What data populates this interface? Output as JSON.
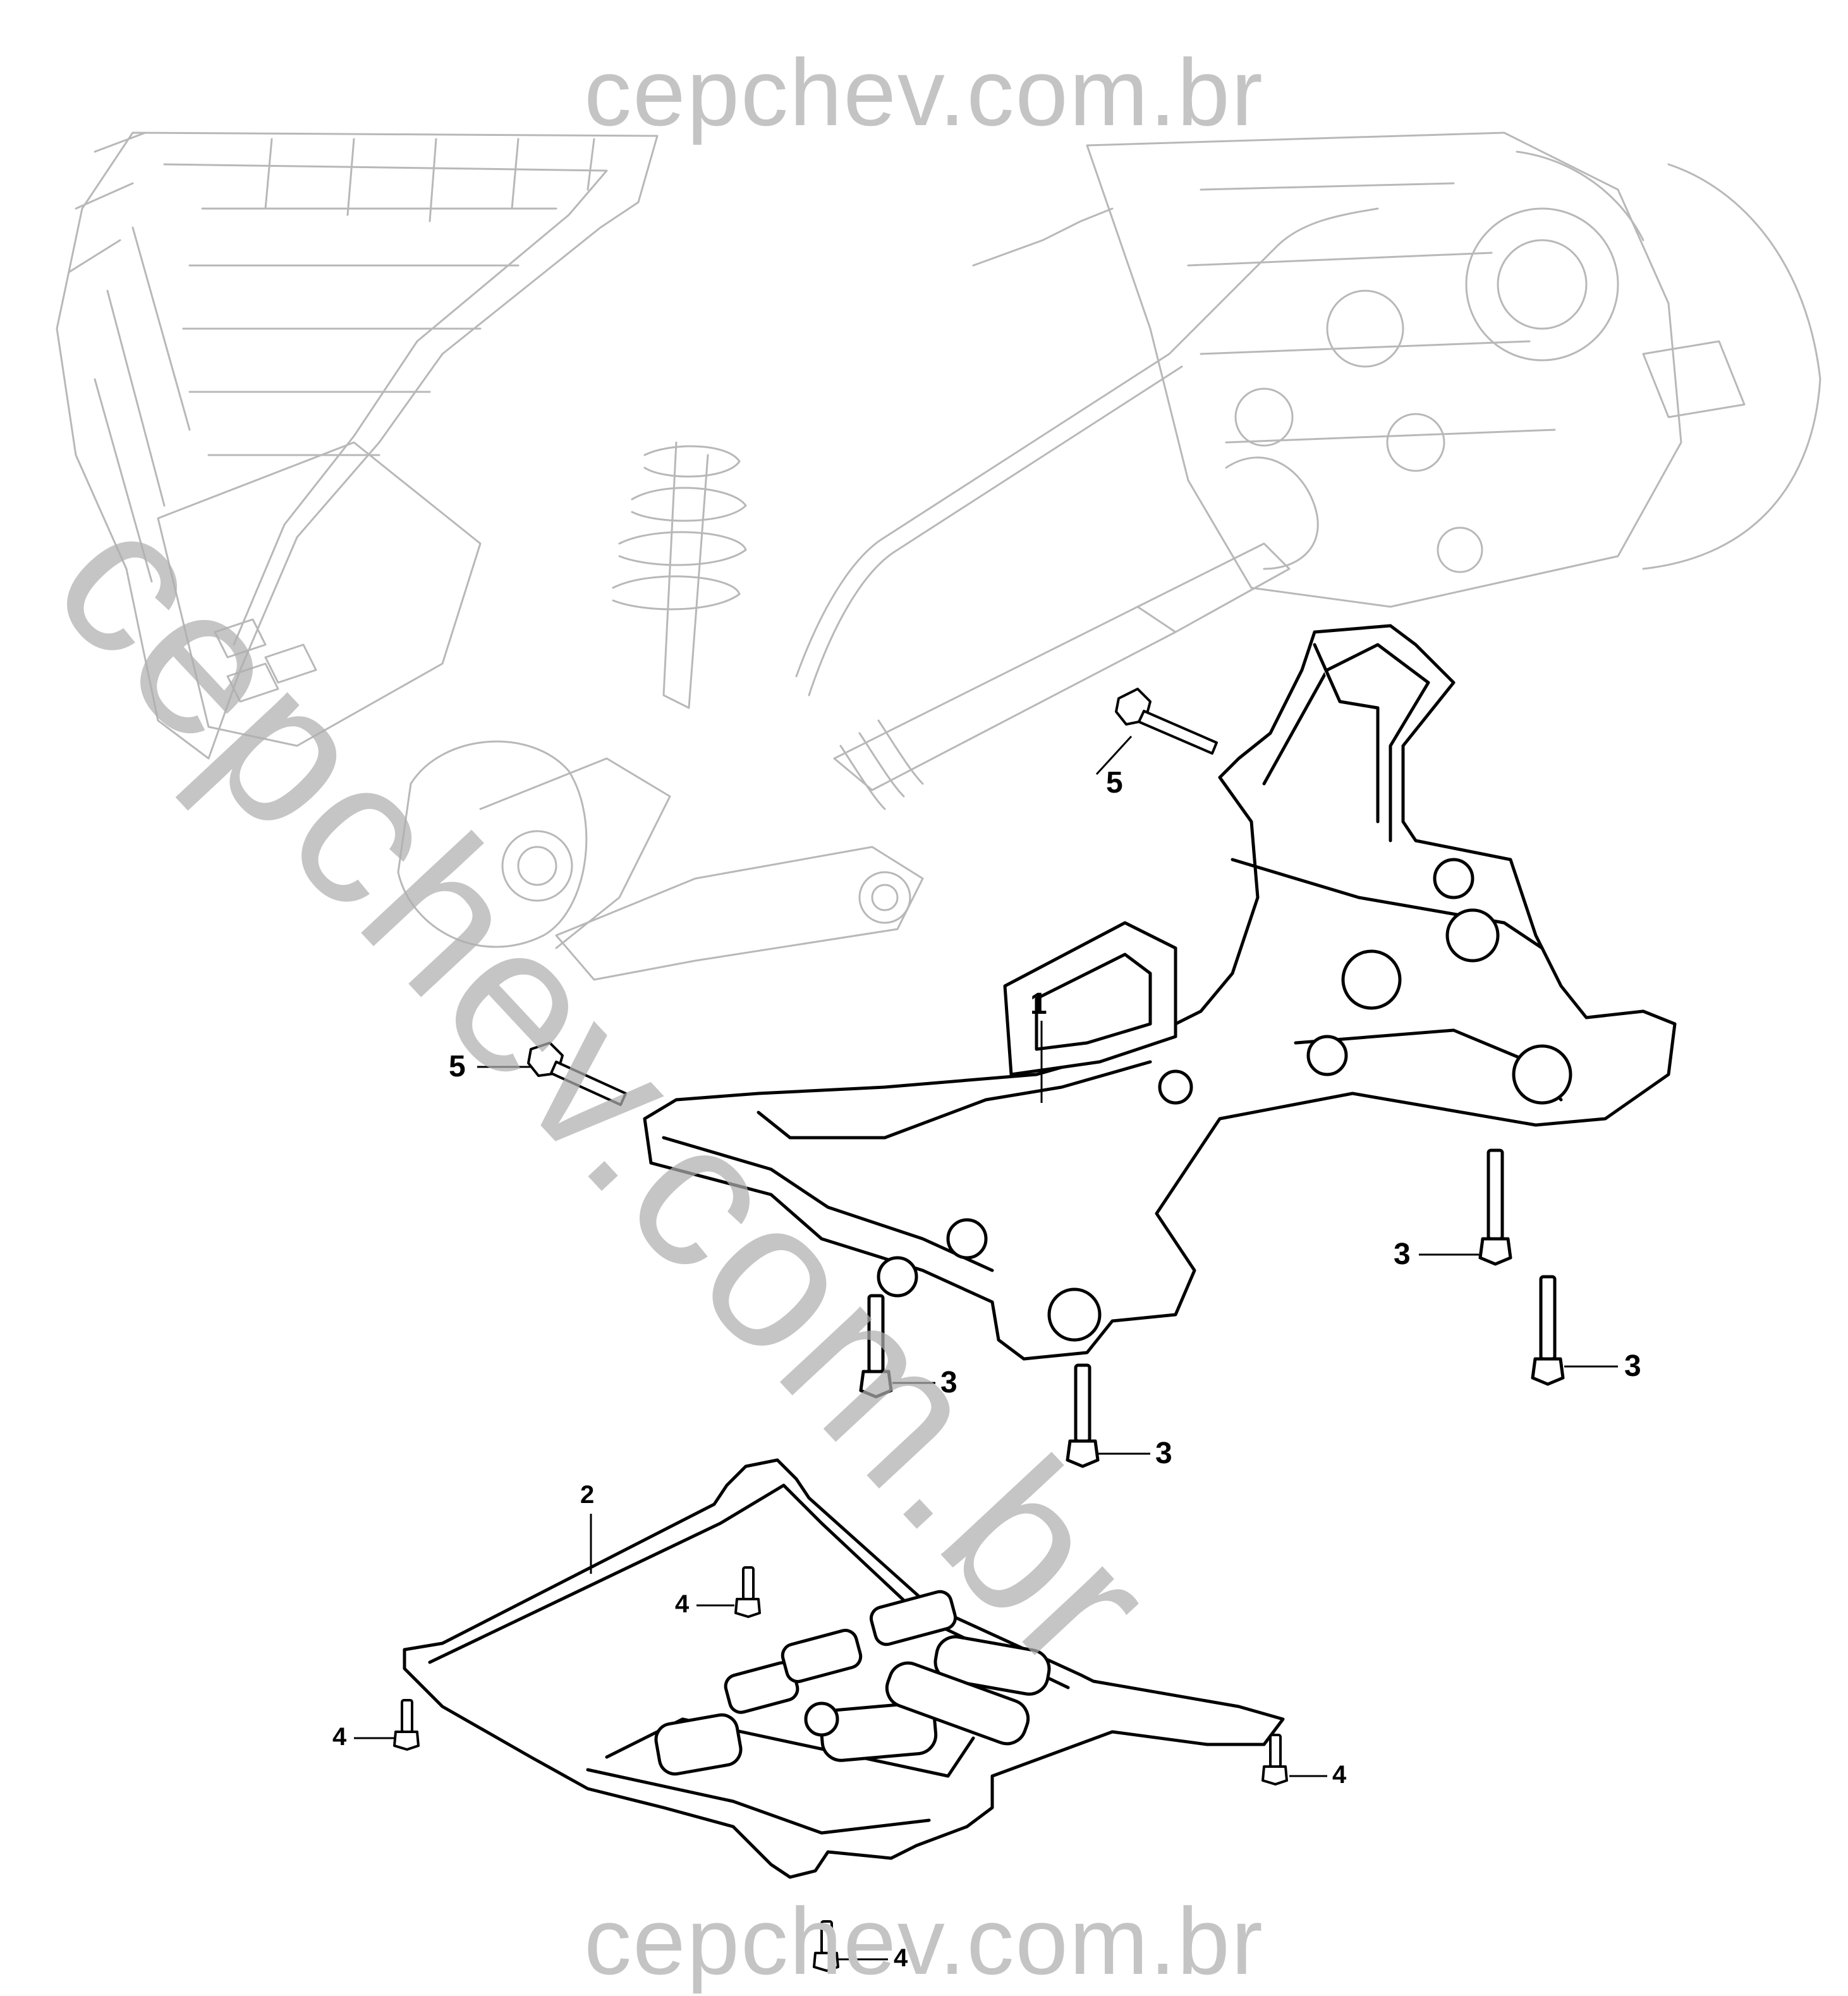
{
  "watermark": {
    "top_text": "cepchev.com.br",
    "bottom_text": "cepchev.com.br",
    "diagonal_text": "cepchev.com.br"
  },
  "callouts": {
    "c1": "1",
    "c2": "2",
    "c3a": "3",
    "c3b": "3",
    "c3c": "3",
    "c3d": "3",
    "c4a": "4",
    "c4b": "4",
    "c4c": "4",
    "c4d": "4",
    "c5a": "5",
    "c5b": "5"
  },
  "colors": {
    "background": "#ffffff",
    "part_line": "#000000",
    "context_line": "#b8b8b8",
    "watermark": "#c4c4c4"
  }
}
